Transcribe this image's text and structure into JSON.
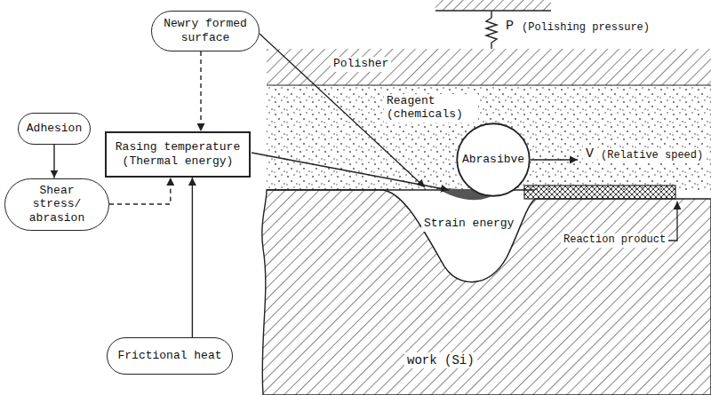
{
  "diagram": {
    "nodes": [
      {
        "text": [
          "Newry formed surface"
        ]
      },
      {
        "text": [
          "Abrasibve"
        ]
      },
      {
        "text": [
          "Rasing temperature (Thermal energy)"
        ]
      },
      {
        "text": [
          "Adhesion"
        ]
      },
      {
        "text": [
          "Shear stress/ abrasion"
        ]
      },
      {
        "text": [
          "Frictional heat"
        ]
      }
    ],
    "edges": [
      {
        "from": 0,
        "to": 2,
        "arrow": "to"
      },
      {
        "from": 3,
        "to": 4,
        "arrow": "to"
      },
      {
        "from": 4,
        "to": 2,
        "arrow": "to"
      },
      {
        "from": 5,
        "to": 2,
        "arrow": "to"
      }
    ],
    "labels": [
      "P",
      "(Polishing pressure)",
      "Polisher",
      "Reagent (chemicals)",
      "V",
      "(Relative speed)",
      "Strain energy",
      "Reaction product",
      "work (Si)"
    ]
  }
}
